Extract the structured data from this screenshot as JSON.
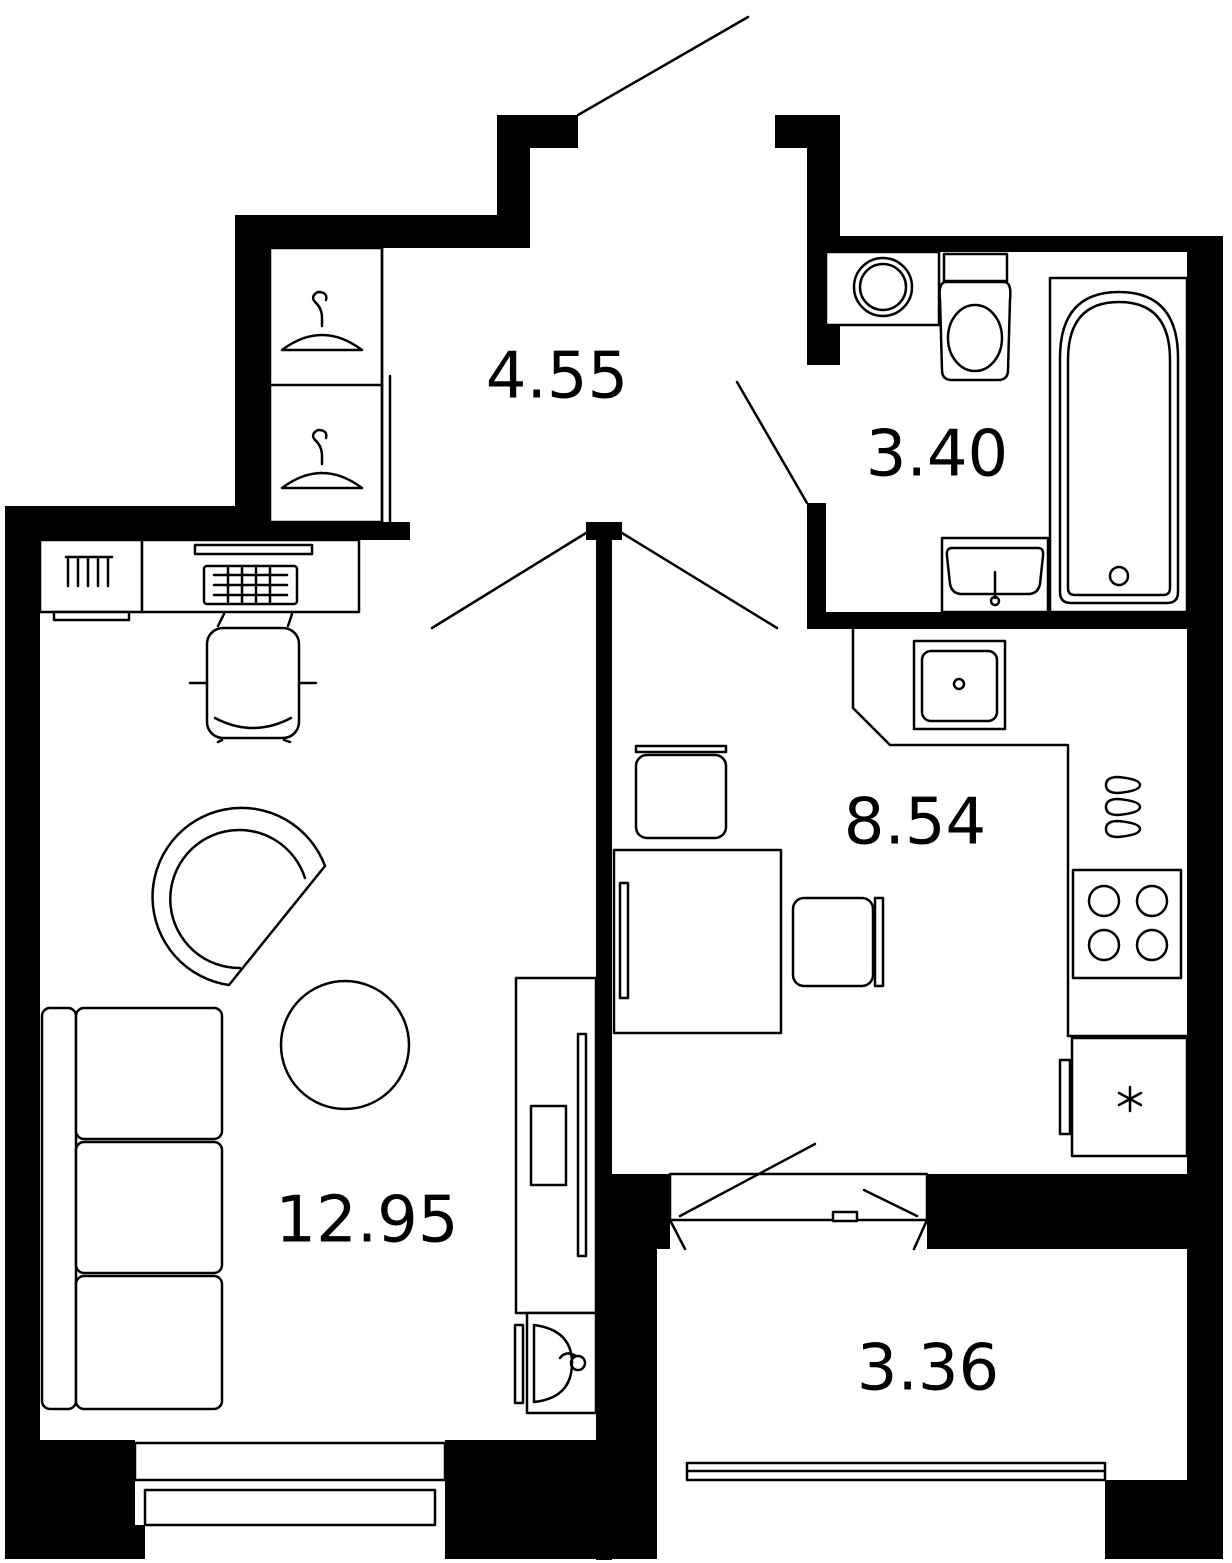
{
  "rooms": [
    {
      "id": "hallway",
      "area": "4.55"
    },
    {
      "id": "bathroom",
      "area": "3.40"
    },
    {
      "id": "kitchen",
      "area": "8.54"
    },
    {
      "id": "living-room",
      "area": "12.95"
    },
    {
      "id": "balcony",
      "area": "3.36"
    }
  ],
  "colors": {
    "wall": "#000000",
    "background": "#ffffff",
    "line": "#000000"
  },
  "icons": [
    "hanger-icon",
    "toilet-icon",
    "washing-machine-icon",
    "bathtub-icon",
    "sink-icon",
    "stove-icon",
    "fridge-icon",
    "chair-icon",
    "sofa-icon",
    "table-icon",
    "armchair-icon",
    "desk-icon",
    "radiator-icon"
  ]
}
